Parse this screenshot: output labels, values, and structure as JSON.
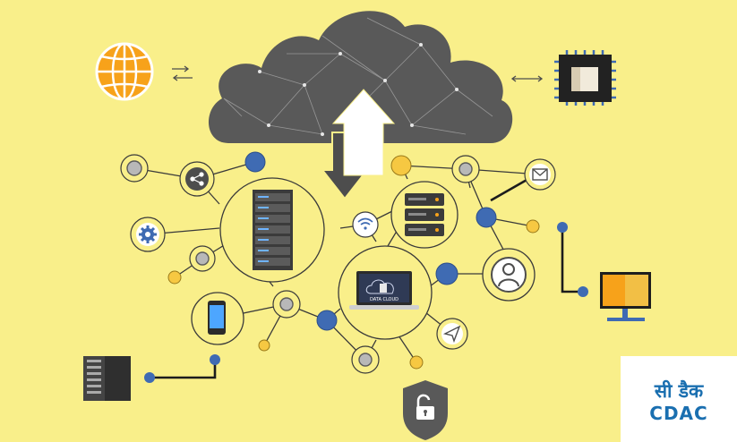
{
  "diagram": {
    "laptop_screen_label": "DATA CLOUD",
    "colors": {
      "background": "#f9ef8a",
      "cloud": "#5a5a5a",
      "node_blue": "#3f6bb3",
      "node_yellow": "#f6c842",
      "line": "#3a3a3a",
      "monitor_orange": "#f7a21a",
      "globe_orange": "#f7a21a"
    }
  },
  "logo": {
    "hindi_text": "सी डैक",
    "latin_text": "CDAC",
    "color": "#1a6fb0"
  }
}
